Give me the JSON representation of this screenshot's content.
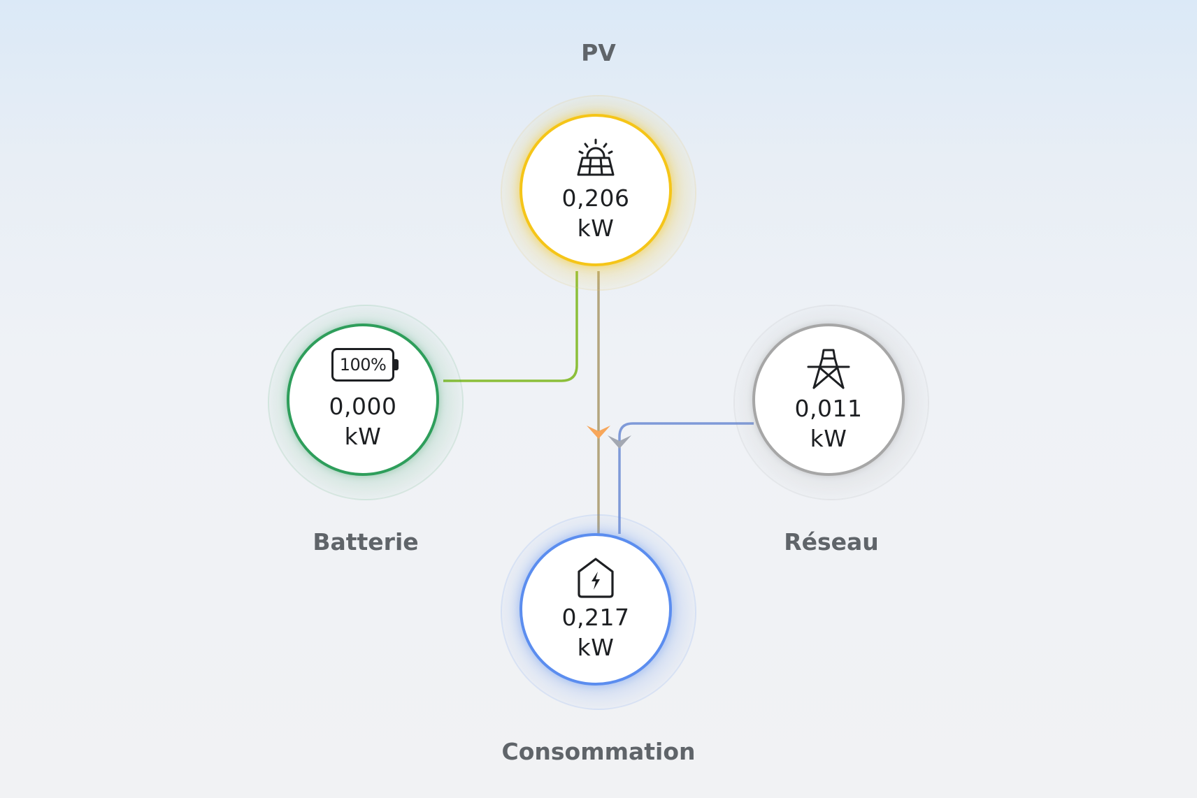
{
  "nodes": {
    "pv": {
      "label": "PV",
      "value": "0,206",
      "unit": "kW",
      "icon": "solar-panel-icon",
      "color": "#f5c518"
    },
    "battery": {
      "label": "Batterie",
      "value": "0,000",
      "unit": "kW",
      "icon": "battery-icon",
      "badge": "100%",
      "color": "#2e9e5b"
    },
    "grid": {
      "label": "Réseau",
      "value": "0,011",
      "unit": "kW",
      "icon": "power-pylon-icon",
      "color": "#a6a6a6"
    },
    "consumption": {
      "label": "Consommation",
      "value": "0,217",
      "unit": "kW",
      "icon": "home-bolt-icon",
      "color": "#5b8def"
    }
  },
  "flows": {
    "pv_to_battery_color": "#8cbf3a",
    "pv_to_consumption_color": "#b3a57e",
    "grid_to_consumption_color": "#7f9ad8",
    "pv_arrow_color": "#f7a65a",
    "grid_arrow_color": "#a3a8b2"
  }
}
